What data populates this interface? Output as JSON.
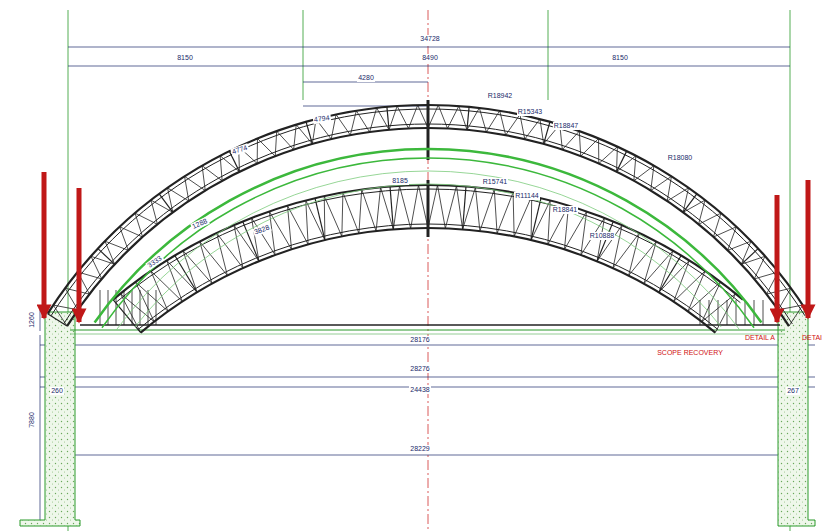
{
  "diagram": {
    "labels": [
      "34728",
      "8150",
      "8490",
      "8150",
      "4280",
      "4794",
      "4774",
      "R18942",
      "R15343",
      "R18847",
      "R18080",
      "8185",
      "1288",
      "3828",
      "3333",
      "R15741",
      "R11144",
      "R18841",
      "R10888",
      "1260",
      "7880",
      "28176",
      "28276",
      "24438",
      "28229",
      "260",
      "267",
      "DETAIL A",
      "SCOPE RECOVERY",
      "DETAI"
    ]
  }
}
